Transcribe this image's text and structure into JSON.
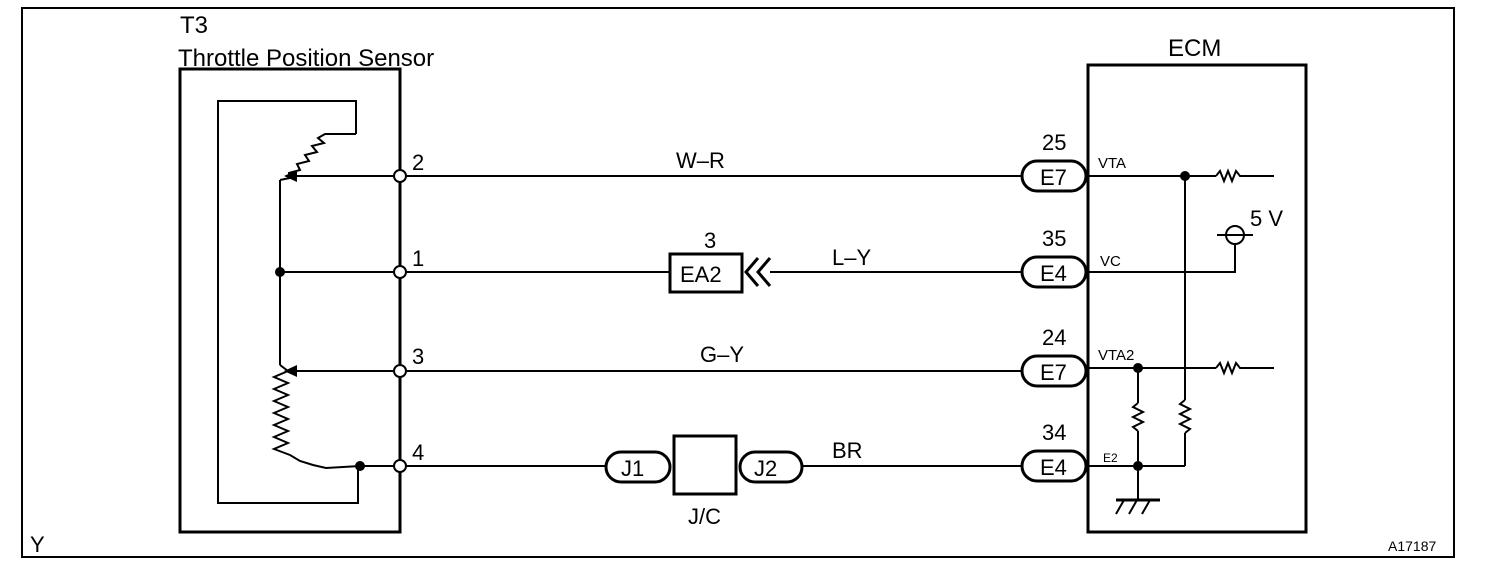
{
  "sensor": {
    "code": "T3",
    "name": "Throttle Position Sensor"
  },
  "ecm": {
    "title": "ECM",
    "supply": "5 V",
    "signals": [
      "VTA",
      "VC",
      "VTA2",
      "E2"
    ]
  },
  "sensor_pins": [
    "2",
    "1",
    "3",
    "4"
  ],
  "wires": [
    "W–R",
    "L–Y",
    "G–Y",
    "BR"
  ],
  "ecm_connectors": [
    {
      "pin": "25",
      "code": "E7"
    },
    {
      "pin": "35",
      "code": "E4"
    },
    {
      "pin": "24",
      "code": "E7"
    },
    {
      "pin": "34",
      "code": "E4"
    }
  ],
  "inline_connector": {
    "pin": "3",
    "code": "EA2"
  },
  "junction": {
    "label": "J/C",
    "left": "J1",
    "right": "J2"
  },
  "footer": {
    "left": "Y",
    "right": "A17187"
  }
}
